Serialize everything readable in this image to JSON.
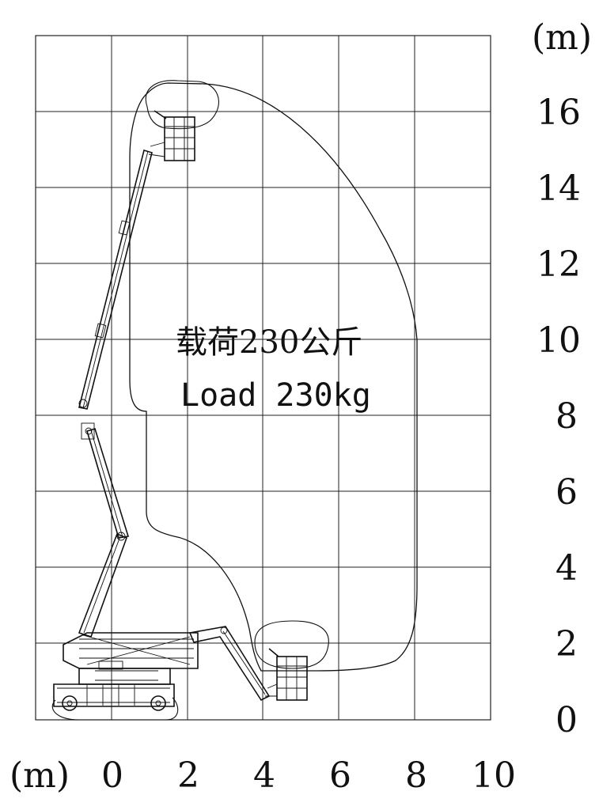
{
  "axes": {
    "x_unit": "(m)",
    "y_unit": "(m)",
    "x_ticks": [
      "0",
      "2",
      "4",
      "6",
      "8",
      "10"
    ],
    "y_ticks": [
      "16",
      "14",
      "12",
      "10",
      "8",
      "6",
      "4",
      "2",
      "0"
    ]
  },
  "load": {
    "label_cn": "载荷230公斤",
    "label_en": "Load 230kg",
    "capacity_kg": 230
  },
  "range": {
    "x_min_m": -2,
    "x_max_m": 10,
    "y_min_m": 0,
    "y_max_m": 18,
    "grid_step_m": 2
  }
}
